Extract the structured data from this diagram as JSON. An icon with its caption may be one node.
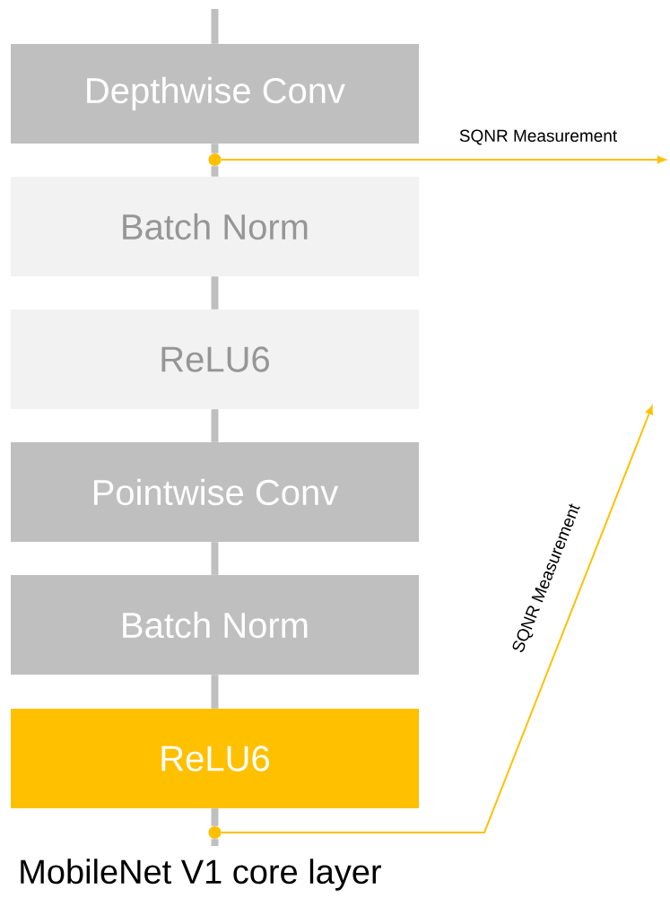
{
  "diagram": {
    "caption": "MobileNet V1 core layer",
    "nodes": [
      {
        "text": [
          "Depthwise Conv"
        ]
      },
      {
        "text": [
          "Batch Norm"
        ]
      },
      {
        "text": [
          "ReLU6"
        ]
      },
      {
        "text": [
          "Pointwise Conv"
        ]
      },
      {
        "text": [
          "Batch Norm"
        ]
      },
      {
        "text": [
          "ReLU6"
        ]
      },
      {
        "text": [],
        "shape": "circle"
      },
      {
        "text": [],
        "shape": "circle"
      }
    ],
    "edges": [
      {
        "from": null,
        "to": 0,
        "arrow": "none"
      },
      {
        "from": 0,
        "to": 6,
        "arrow": "none"
      },
      {
        "from": 6,
        "to": 1,
        "arrow": "none"
      },
      {
        "from": 1,
        "to": 2,
        "arrow": "none"
      },
      {
        "from": 2,
        "to": 3,
        "arrow": "none"
      },
      {
        "from": 3,
        "to": 4,
        "arrow": "none"
      },
      {
        "from": 4,
        "to": 5,
        "arrow": "none"
      },
      {
        "from": 5,
        "to": 7,
        "arrow": "none"
      },
      {
        "from": 7,
        "to": null,
        "arrow": "none"
      },
      {
        "from": 6,
        "to": null,
        "arrow": "to",
        "label": "SQNR Measurement",
        "color": "#ffc000"
      },
      {
        "from": 7,
        "to": null,
        "arrow": "to",
        "label": "SQNR Measurement",
        "color": "#ffc000"
      }
    ]
  }
}
